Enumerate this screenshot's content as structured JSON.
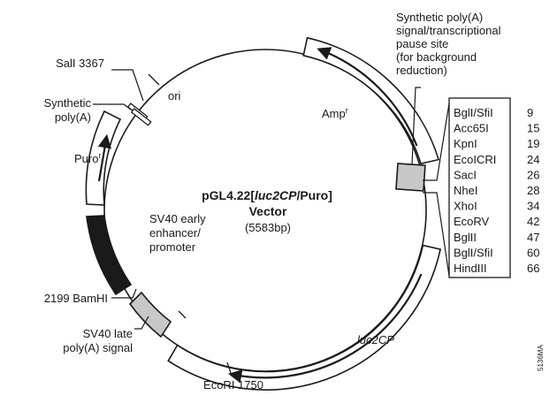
{
  "title": {
    "line1_prefix": "pGL4.22[",
    "line1_italic": "luc2CP",
    "line1_suffix": "/Puro]",
    "line2": "Vector",
    "size": "(5583bp)"
  },
  "features": {
    "amp": {
      "name": "Amp",
      "sup": "r"
    },
    "puro": {
      "name": "Puro",
      "sup": "r"
    },
    "luc2cp": "luc2CP",
    "ori": "ori",
    "sv40_promoter": [
      "SV40 early",
      "enhancer/",
      "promoter"
    ],
    "sv40_late": [
      "SV40 late",
      "poly(A) signal"
    ],
    "synthetic_polya": [
      "Synthetic",
      "poly(A)"
    ],
    "pause_site": [
      "Synthetic poly(A)",
      "signal/transcriptional",
      "pause site",
      "(for background",
      "reduction)"
    ]
  },
  "markers": {
    "sali": "SalI 3367",
    "bamhi": "2199 BamHI",
    "ecori": "EcoRI 1750"
  },
  "mcs_sites": [
    {
      "name": "BglI/SfiI",
      "pos": "9"
    },
    {
      "name": "Acc65I",
      "pos": "15"
    },
    {
      "name": "KpnI",
      "pos": "19"
    },
    {
      "name": "EcoICRI",
      "pos": "24"
    },
    {
      "name": "SacI",
      "pos": "26"
    },
    {
      "name": "NheI",
      "pos": "28"
    },
    {
      "name": "XhoI",
      "pos": "34"
    },
    {
      "name": "EcoRV",
      "pos": "42"
    },
    {
      "name": "BglII",
      "pos": "47"
    },
    {
      "name": "BglI/SfiI",
      "pos": "60"
    },
    {
      "name": "HindIII",
      "pos": "66"
    }
  ],
  "figure_code": "5136MA",
  "colors": {
    "ink": "#1a1a1a",
    "promoter_fill": "#1a1a1a",
    "grey_box": "#c8c8c8",
    "white": "#ffffff"
  }
}
